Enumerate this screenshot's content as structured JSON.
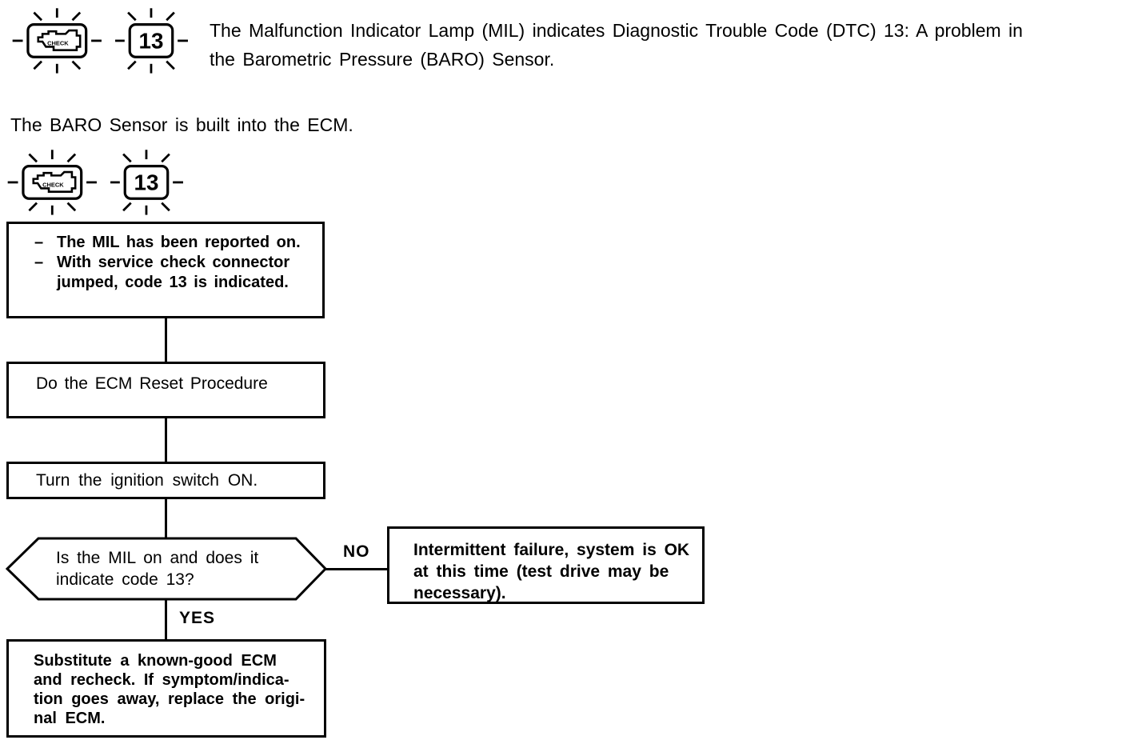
{
  "page": {
    "background": "#ffffff",
    "ink": "#000000"
  },
  "header": {
    "description_line1": "The Malfunction Indicator Lamp (MIL) indicates Diagnostic Trouble Code (DTC) 13: A problem in",
    "description_line2": "the Barometric Pressure (BARO) Sensor.",
    "note": "The BARO Sensor is built into the ECM."
  },
  "icons": {
    "mil_lamp_text": "CHECK",
    "code_lamp_text": "13"
  },
  "flowchart": {
    "step_reported": {
      "bullet": "–",
      "item1": "The MIL has been reported on.",
      "item2_line1": "With service check connector",
      "item2_line2": "jumped, code 13 is indicated."
    },
    "step_reset": {
      "text": "Do the ECM Reset Procedure"
    },
    "step_ignition": {
      "text": "Turn the ignition switch ON."
    },
    "decision": {
      "line1": "Is the MIL on and does it",
      "line2": "indicate code 13?"
    },
    "no_label": "NO",
    "yes_label": "YES",
    "result_no": {
      "line1": "Intermittent failure, system is OK",
      "line2": "at this time (test drive may be",
      "line3": "necessary)."
    },
    "result_yes": {
      "line1": "Substitute a known-good ECM",
      "line2": "and recheck. If symptom/indica-",
      "line3": "tion goes away, replace the origi-",
      "line4": "nal ECM."
    }
  }
}
